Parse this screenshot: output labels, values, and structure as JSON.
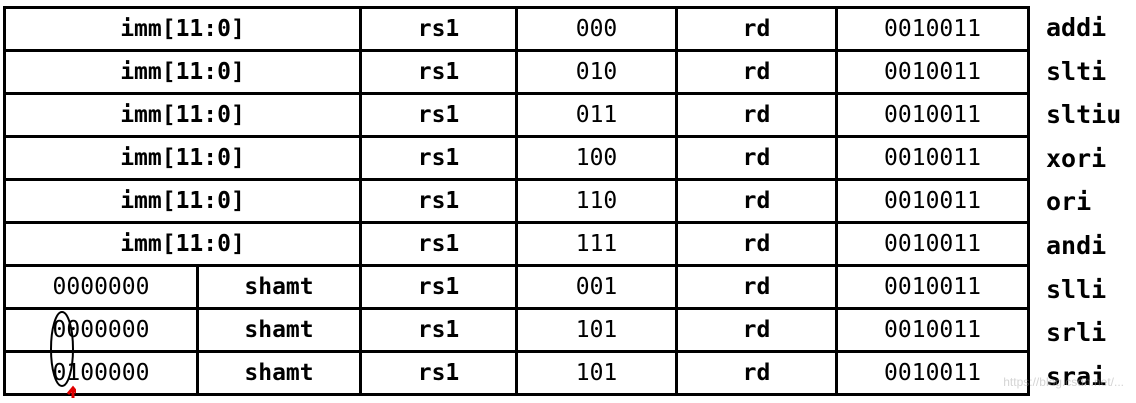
{
  "rows": [
    {
      "funct7": "imm[11:0]",
      "shamt": "",
      "rs1": "rs1",
      "funct3": "000",
      "rd": "rd",
      "opcode": "0010011",
      "mnemonic": "addi"
    },
    {
      "funct7": "imm[11:0]",
      "shamt": "",
      "rs1": "rs1",
      "funct3": "010",
      "rd": "rd",
      "opcode": "0010011",
      "mnemonic": "slti"
    },
    {
      "funct7": "imm[11:0]",
      "shamt": "",
      "rs1": "rs1",
      "funct3": "011",
      "rd": "rd",
      "opcode": "0010011",
      "mnemonic": "sltiu"
    },
    {
      "funct7": "imm[11:0]",
      "shamt": "",
      "rs1": "rs1",
      "funct3": "100",
      "rd": "rd",
      "opcode": "0010011",
      "mnemonic": "xori"
    },
    {
      "funct7": "imm[11:0]",
      "shamt": "",
      "rs1": "rs1",
      "funct3": "110",
      "rd": "rd",
      "opcode": "0010011",
      "mnemonic": "ori"
    },
    {
      "funct7": "imm[11:0]",
      "shamt": "",
      "rs1": "rs1",
      "funct3": "111",
      "rd": "rd",
      "opcode": "0010011",
      "mnemonic": "andi"
    },
    {
      "funct7": "0000000",
      "shamt": "shamt",
      "rs1": "rs1",
      "funct3": "001",
      "rd": "rd",
      "opcode": "0010011",
      "mnemonic": "slli"
    },
    {
      "funct7": "0000000",
      "shamt": "shamt",
      "rs1": "rs1",
      "funct3": "101",
      "rd": "rd",
      "opcode": "0010011",
      "mnemonic": "srli"
    },
    {
      "funct7": "0100000",
      "shamt": "shamt",
      "rs1": "rs1",
      "funct3": "101",
      "rd": "rd",
      "opcode": "0010011",
      "mnemonic": "srai"
    }
  ],
  "watermark": "https://blog.csdn.net/...",
  "colors": {
    "text": "#000000",
    "border": "#000000",
    "highlight": "#000000",
    "arrow": "#e00000"
  }
}
